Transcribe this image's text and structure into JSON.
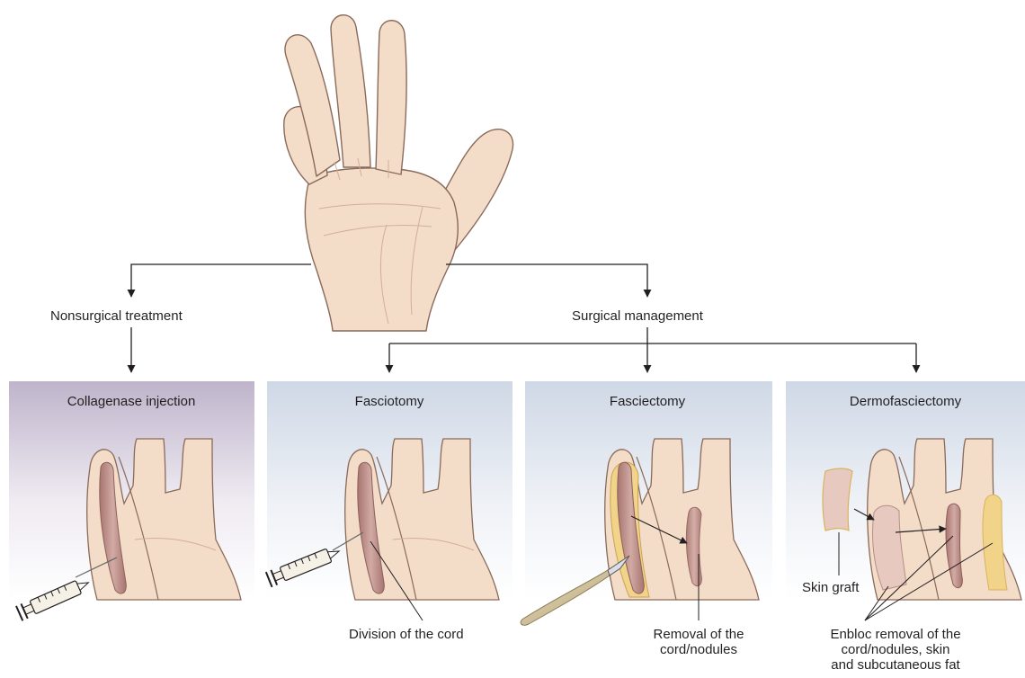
{
  "branches": {
    "nonsurgical": "Nonsurgical treatment",
    "surgical": "Surgical management"
  },
  "panels": [
    {
      "title": "Collagenase injection",
      "bg": "#c9c0d3"
    },
    {
      "title": "Fasciotomy",
      "bg": "#d5dde9"
    },
    {
      "title": "Fasciectomy",
      "bg": "#d5dde9"
    },
    {
      "title": "Dermofasciectomy",
      "bg": "#d5dde9"
    }
  ],
  "annotations": {
    "division": "Division of the cord",
    "removal_line1": "Removal of the",
    "removal_line2": "cord/nodules",
    "skin_graft": "Skin graft",
    "enbloc_line1": "Enbloc removal of the",
    "enbloc_line2": "cord/nodules, skin",
    "enbloc_line3": "and subcutaneous fat"
  },
  "colors": {
    "skin": "#f3dcc8",
    "skin_outline": "#8a6a5a",
    "cord": "#b88a85",
    "fat": "#f1d38a",
    "line": "#231f20"
  }
}
